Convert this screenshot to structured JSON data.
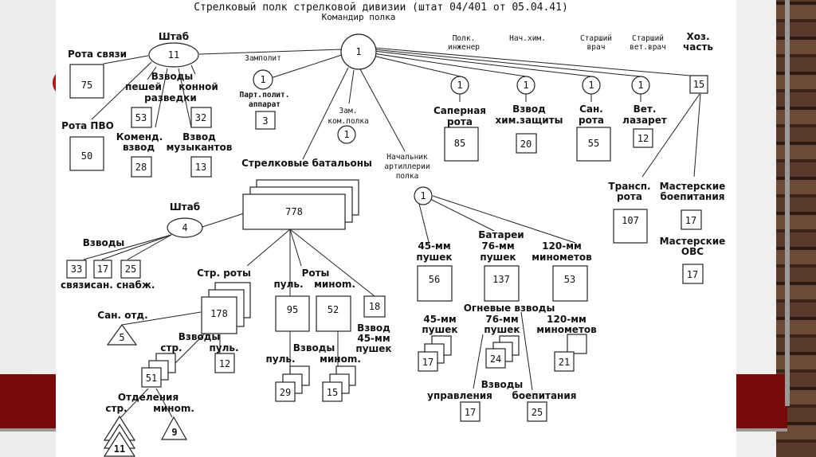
{
  "title": "Стрелковый полк стрелковой дивизии (штат 04/401 от 05.04.41)",
  "subtitle": "Командир полка",
  "colors": {
    "accent_red": "#7a0a0a",
    "ink": "#111111",
    "paper": "#ffffff"
  },
  "commander": {
    "value": "1"
  },
  "hq": {
    "label": "Штаб",
    "value": "11"
  },
  "hq_units": {
    "signal_company": {
      "label": "Рота связи",
      "value": "75"
    },
    "aa_company": {
      "label": "Рота ПВО",
      "value": "50"
    },
    "recon_header": "Взводы",
    "recon_foot": "пешей",
    "recon_horse": "конной",
    "recon_word": "разведки",
    "foot_recon_value": "53",
    "horse_recon_value": "32",
    "commandant_label_1": "Коменд.",
    "commandant_label_2": "взвод",
    "commandant_value": "28",
    "band_label_1": "Взвод",
    "band_label_2": "музыкантов",
    "band_value": "13"
  },
  "zampolit": {
    "label": "Замполит",
    "value": "1",
    "party_label_1": "Парт.полит.",
    "party_label_2": "аппарат",
    "party_value": "3"
  },
  "deputy": {
    "label_1": "Зам.",
    "label_2": "ком.полка",
    "value": "1"
  },
  "staff_officers": {
    "engineer_1": "Полк.",
    "engineer_2": "инженер",
    "chem_chief": "Нач.хим.",
    "senior_doc_1": "Старший",
    "senior_doc_2": "врач",
    "senior_vet_1": "Старший",
    "senior_vet_2": "вет.врач",
    "supply_1": "Хоз.",
    "supply_2": "часть"
  },
  "special_units": [
    {
      "officer": "1",
      "label_1": "Саперная",
      "label_2": "рота",
      "value": "85"
    },
    {
      "officer": "1",
      "label_1": "Взвод",
      "label_2": "хим.защиты",
      "value": "20"
    },
    {
      "officer": "1",
      "label_1": "Сан.",
      "label_2": "рота",
      "value": "55"
    },
    {
      "officer": "1",
      "label_1": "Вет.",
      "label_2": "лазарет",
      "value": "12"
    }
  ],
  "supply": {
    "value": "15",
    "transport_1": "Трансп.",
    "transport_2": "рота",
    "transport_value": "107",
    "food_1": "Мастерские",
    "food_2": "боепитания",
    "food_value": "17",
    "ovs_1": "Мастерские",
    "ovs_2": "ОВС",
    "ovs_value": "17"
  },
  "battalions": {
    "label": "Стрелковые батальоны",
    "value": "778",
    "hq_label": "Штаб",
    "hq_value": "4",
    "platoons_label": "Взводы",
    "platoons": [
      {
        "value": "33"
      },
      {
        "value": "17"
      },
      {
        "value": "25"
      }
    ],
    "platoons_caption": "связисан. снабж.",
    "rifle_companies_label": "Стр. роты",
    "rifle_company_value": "178",
    "med_label": "Сан. отд.",
    "med_value": "5",
    "company_platoons_label": "Взводы",
    "rifle_platoon_label": "стр.",
    "mg_platoon_label": "пуль.",
    "mg_platoon_value": "12",
    "rifle_platoon_value": "51",
    "squads_label": "Отделения",
    "rifle_squad_label": "стр.",
    "mortar_squad_label": "миноm.",
    "rifle_squad_value": "11",
    "mortar_squad_value": "9",
    "companies_label": "Роты",
    "mg_company_label": "пуль.",
    "mortar_company_label": "миноm.",
    "mg_company_value": "95",
    "mortar_company_value": "52",
    "at_platoon_value": "18",
    "at_platoon_label_1": "Взвод",
    "at_platoon_label_2": "45-мм",
    "at_platoon_label_3": "пушек",
    "sub_platoons_label": "Взводы",
    "sub_mg_label": "пуль.",
    "sub_mortar_label": "миноm.",
    "sub_mg_value": "29",
    "sub_mortar_value": "15"
  },
  "artillery": {
    "chief_1": "Начальник",
    "chief_2": "артиллерии",
    "chief_3": "полка",
    "chief_value": "1",
    "batteries_label": "Батареи",
    "bat45_1": "45-мм",
    "bat45_2": "пушек",
    "bat45_value": "56",
    "bat76_1": "76-мм",
    "bat76_2": "пушек",
    "bat76_value": "137",
    "bat120_1": "120-мм",
    "bat120_2": "минометов",
    "bat120_value": "53",
    "fire_platoons_label": "Огневые взводы",
    "fp45_1": "45-мм",
    "fp45_2": "пушек",
    "fp45_value": "17",
    "fp76_1": "76-мм",
    "fp76_2": "пушек",
    "fp76_value": "24",
    "fp120_1": "120-мм",
    "fp120_2": "минометов",
    "fp120_value": "21",
    "platoons_label": "Взводы",
    "control_label": "управления",
    "control_value": "17",
    "ammo_label": "боепитания",
    "ammo_value": "25"
  }
}
